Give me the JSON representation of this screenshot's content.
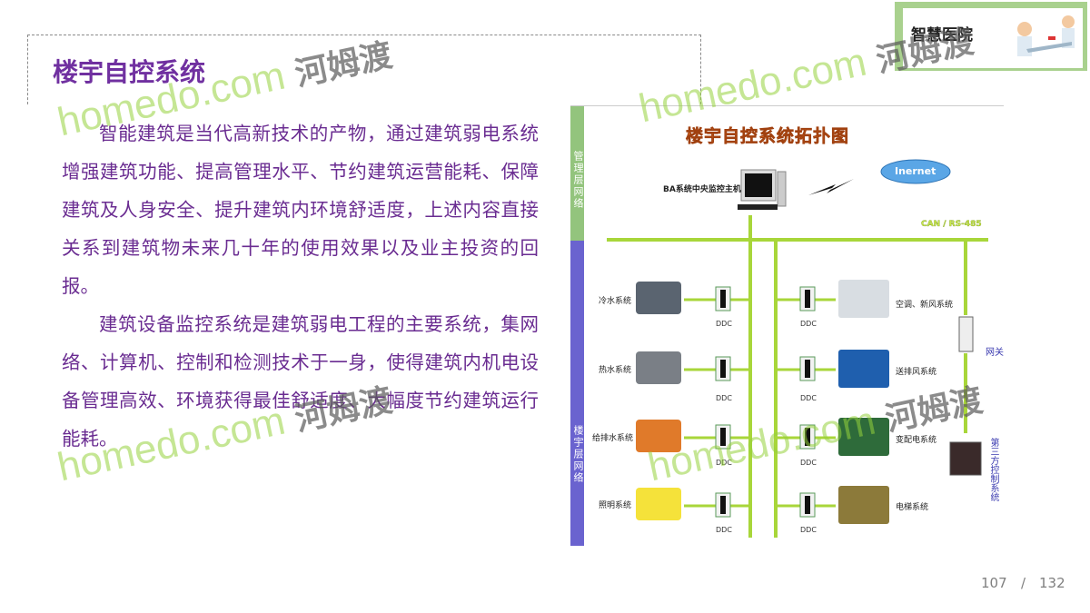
{
  "slide": {
    "title": "楼宇自控系统",
    "paragraphs": [
      "智能建筑是当代高新技术的产物，通过建筑弱电系统增强建筑功能、提高管理水平、节约建筑运营能耗、保障建筑及人身安全、提升建筑内环境舒适度，上述内容直接关系到建筑物未来几十年的使用效果以及业主投资的回报。",
      "建筑设备监控系统是建筑弱电工程的主要系统，集网络、计算机、控制和检测技术于一身，使得建筑内机电设备管理高效、环境获得最佳舒适度、大幅度节约建筑运行能耗。"
    ],
    "badge_text": "智慧医院",
    "page_current": "107",
    "page_separator": "/",
    "page_total": "132"
  },
  "diagram": {
    "title": "楼宇自控系统拓扑图",
    "side_mgmt": "管理层网络",
    "side_building": "楼宇层网络",
    "host_label": "BA系统中央监控主机",
    "internet": "Inernet",
    "bus_label": "CAN / RS-485",
    "ddc": "DDC",
    "left_systems": [
      "冷水系统",
      "热水系统",
      "给排水系统",
      "照明系统"
    ],
    "right_systems": [
      "空调、新风系统",
      "送排风系统",
      "变配电系统",
      "电梯系统"
    ],
    "gateway": "网关",
    "third_party": "第三方控制系统",
    "colors": {
      "mgmt": "#93c47d",
      "building": "#6a63cf",
      "bus": "#a8d63a",
      "title": "#e8752a"
    }
  },
  "watermark": "homedo.com 河姆渡"
}
